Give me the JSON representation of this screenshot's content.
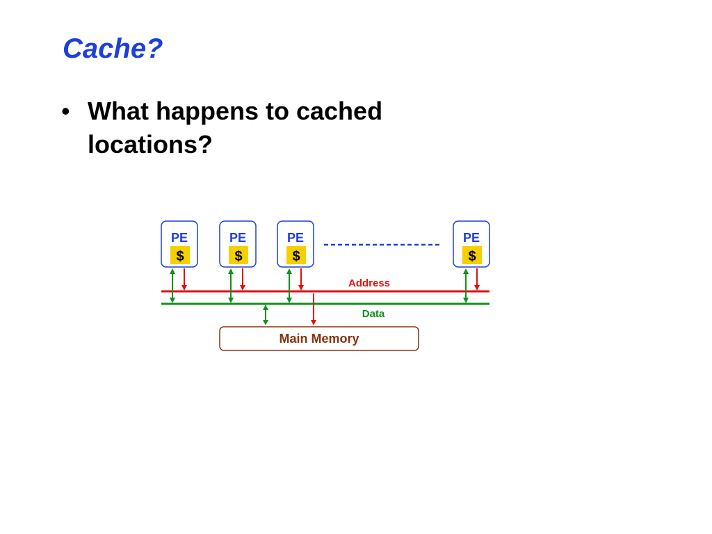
{
  "slide": {
    "title": "Cache?",
    "bullets": [
      "What happens to cached locations?"
    ]
  },
  "diagram": {
    "processing_elements": [
      {
        "label": "PE",
        "cache_label": "$"
      },
      {
        "label": "PE",
        "cache_label": "$"
      },
      {
        "label": "PE",
        "cache_label": "$"
      },
      {
        "label": "PE",
        "cache_label": "$"
      }
    ],
    "address_bus_label": "Address",
    "data_bus_label": "Data",
    "memory_label": "Main Memory",
    "colors": {
      "pe_border": "#1f3fdc",
      "pe_text": "#1f3fdc",
      "cache_fill": "#f5d000",
      "address_bus": "#e01010",
      "data_bus": "#10901a",
      "ellipsis": "#1f3fdc",
      "memory_border": "#8a3010",
      "memory_text": "#8a3010"
    }
  }
}
